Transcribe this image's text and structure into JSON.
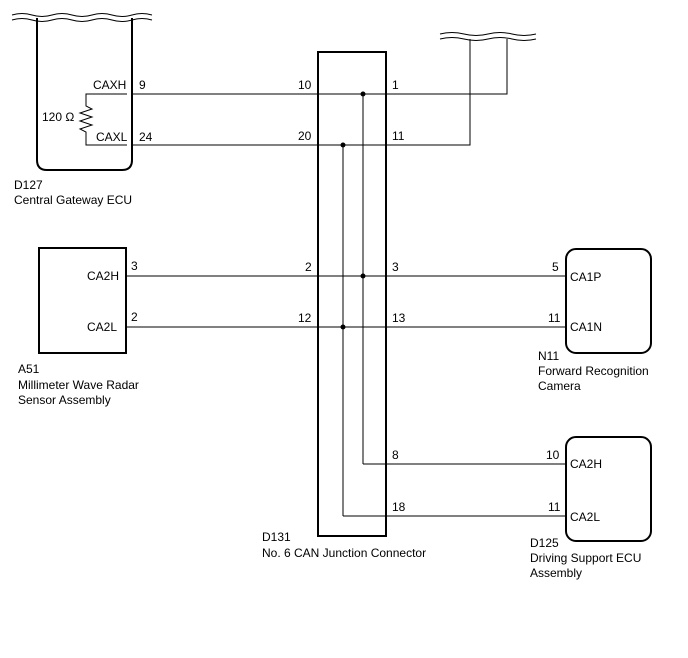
{
  "components": {
    "gateway": {
      "id": "D127",
      "name": "Central Gateway ECU",
      "resistor": "120 Ω",
      "pins": {
        "caxh": {
          "label": "CAXH",
          "num": "9"
        },
        "caxl": {
          "label": "CAXL",
          "num": "24"
        }
      }
    },
    "radar": {
      "id": "A51",
      "name_line1": "Millimeter Wave Radar",
      "name_line2": "Sensor Assembly",
      "pins": {
        "h": {
          "label": "CA2H",
          "num": "3"
        },
        "l": {
          "label": "CA2L",
          "num": "2"
        }
      }
    },
    "junction": {
      "id": "D131",
      "name": "No. 6 CAN Junction Connector",
      "left_pins": [
        "10",
        "20",
        "2",
        "12"
      ],
      "right_pins": [
        "1",
        "11",
        "3",
        "13",
        "8",
        "18"
      ]
    },
    "camera": {
      "id": "N11",
      "name_line1": "Forward Recognition",
      "name_line2": "Camera",
      "pins": {
        "p": {
          "label": "CA1P",
          "num": "5"
        },
        "n": {
          "label": "CA1N",
          "num": "11"
        }
      }
    },
    "driving": {
      "id": "D125",
      "name_line1": "Driving Support ECU",
      "name_line2": "Assembly",
      "pins": {
        "h": {
          "label": "CA2H",
          "num": "10"
        },
        "l": {
          "label": "CA2L",
          "num": "11"
        }
      }
    }
  }
}
